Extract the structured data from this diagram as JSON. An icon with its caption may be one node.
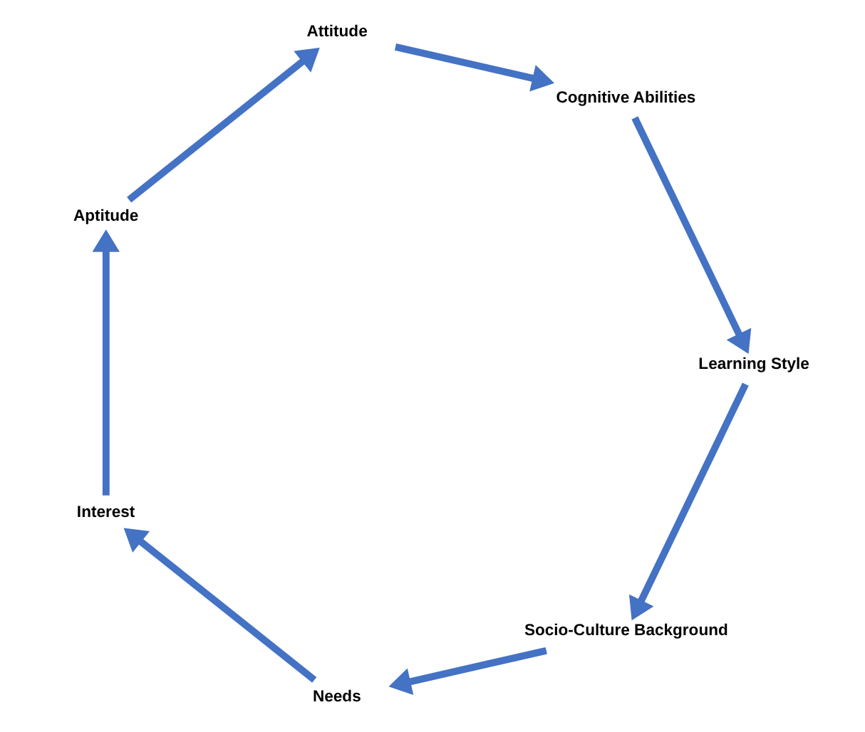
{
  "diagram": {
    "nodes": [
      {
        "text": [
          "Socio-Culture Background"
        ]
      },
      {
        "text": [
          "Needs"
        ]
      },
      {
        "text": [
          "Interest"
        ]
      },
      {
        "text": [
          "Aptitude"
        ]
      },
      {
        "text": [
          "Attitude"
        ]
      },
      {
        "text": [
          "Cognitive Abilities"
        ]
      },
      {
        "text": [
          "Learning Style"
        ]
      }
    ],
    "edges": [
      {
        "from": 0,
        "to": 1,
        "arrow": "to"
      },
      {
        "from": 1,
        "to": 2,
        "arrow": "to"
      },
      {
        "from": 2,
        "to": 3,
        "arrow": "to"
      },
      {
        "from": 3,
        "to": 4,
        "arrow": "to"
      },
      {
        "from": 4,
        "to": 5,
        "arrow": "to"
      },
      {
        "from": 5,
        "to": 6,
        "arrow": "to"
      },
      {
        "from": 6,
        "to": 0,
        "arrow": "to"
      }
    ]
  }
}
